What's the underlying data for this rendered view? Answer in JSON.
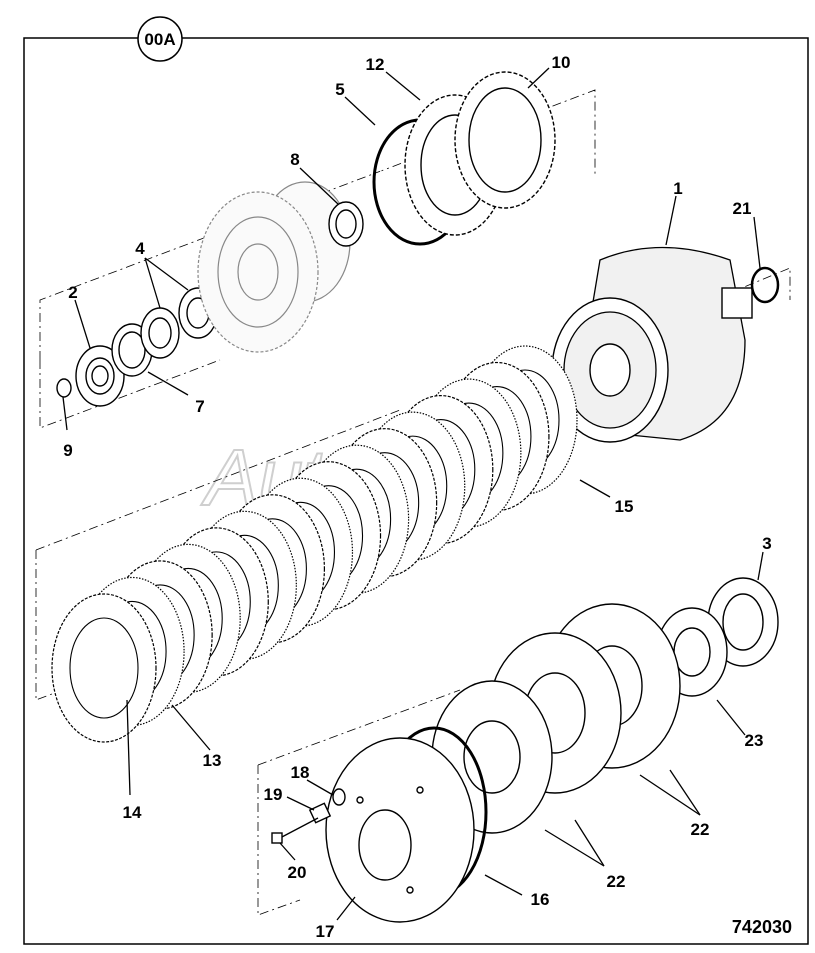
{
  "diagram": {
    "view_tag": "00A",
    "drawing_number": "742030",
    "watermark": "AutoSoft",
    "callouts": [
      {
        "id": "1",
        "label": "1"
      },
      {
        "id": "2",
        "label": "2"
      },
      {
        "id": "3",
        "label": "3"
      },
      {
        "id": "4",
        "label": "4"
      },
      {
        "id": "5",
        "label": "5"
      },
      {
        "id": "7",
        "label": "7"
      },
      {
        "id": "8",
        "label": "8"
      },
      {
        "id": "9",
        "label": "9"
      },
      {
        "id": "10",
        "label": "10"
      },
      {
        "id": "12",
        "label": "12"
      },
      {
        "id": "13",
        "label": "13"
      },
      {
        "id": "14",
        "label": "14"
      },
      {
        "id": "15",
        "label": "15"
      },
      {
        "id": "16",
        "label": "16"
      },
      {
        "id": "17",
        "label": "17"
      },
      {
        "id": "18",
        "label": "18"
      },
      {
        "id": "19",
        "label": "19"
      },
      {
        "id": "20",
        "label": "20"
      },
      {
        "id": "21",
        "label": "21"
      },
      {
        "id": "22a",
        "label": "22"
      },
      {
        "id": "22b",
        "label": "22"
      },
      {
        "id": "23",
        "label": "23"
      }
    ]
  }
}
